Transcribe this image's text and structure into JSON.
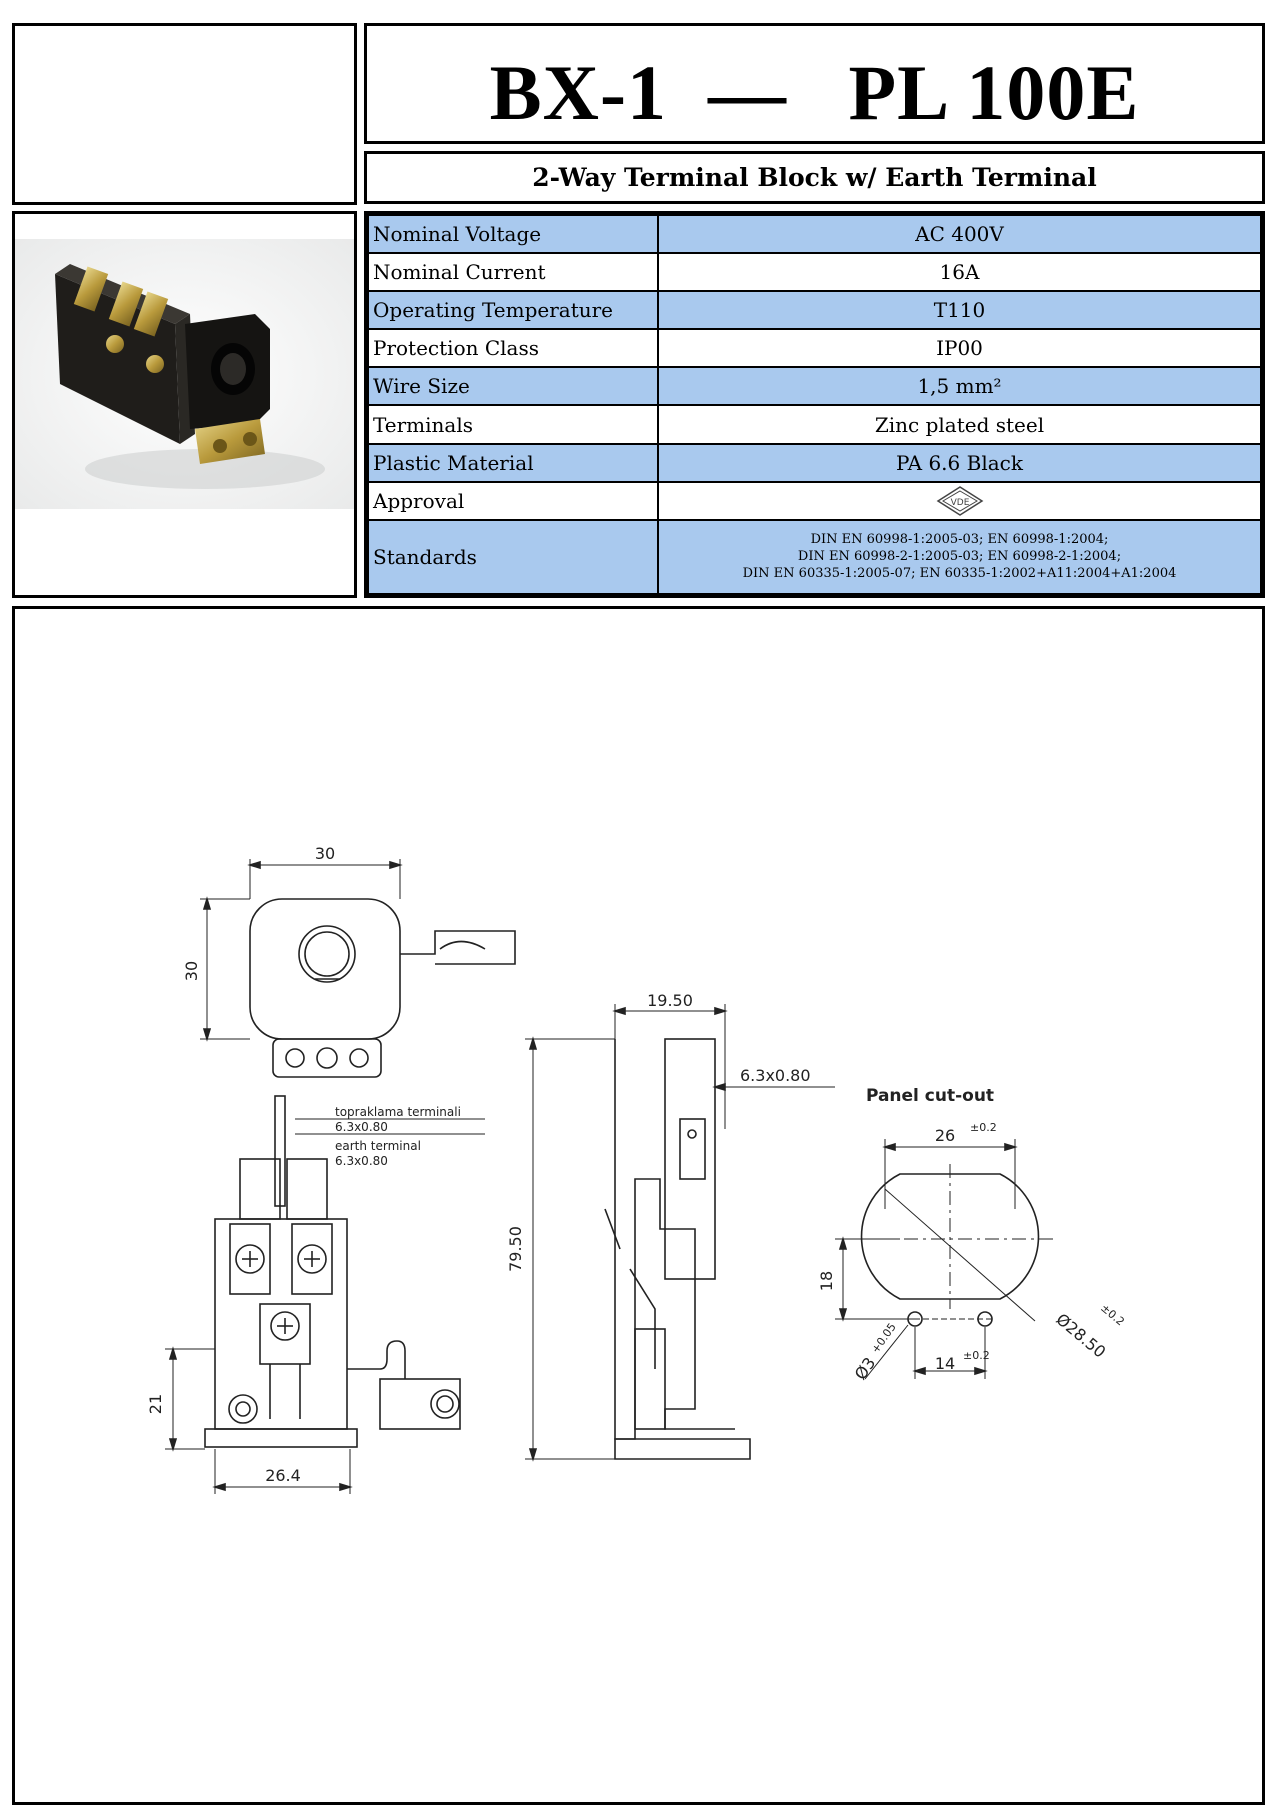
{
  "header": {
    "model": "BX-1  —   PL 100E",
    "subtitle": "2-Way Terminal Block w/ Earth Terminal"
  },
  "specs": [
    {
      "label": "Nominal Voltage",
      "value": "AC 400V"
    },
    {
      "label": "Nominal Current",
      "value": "16A"
    },
    {
      "label": "Operating Temperature",
      "value": "T110"
    },
    {
      "label": "Protection Class",
      "value": "IP00"
    },
    {
      "label": "Wire Size",
      "value": "1,5 mm²"
    },
    {
      "label": "Terminals",
      "value": "Zinc plated steel"
    },
    {
      "label": "Plastic Material",
      "value": "PA 6.6 Black"
    },
    {
      "label": "Approval",
      "value": ""
    },
    {
      "label": "Standards",
      "value": ""
    }
  ],
  "standards_lines": [
    "DIN EN 60998-1:2005-03; EN 60998-1:2004;",
    "DIN EN 60998-2-1:2005-03; EN 60998-2-1:2004;",
    "DIN EN 60335-1:2005-07; EN 60335-1:2002+A11:2004+A1:2004"
  ],
  "approval_mark": "VDE",
  "drawing": {
    "dim_top_width": "30",
    "dim_top_height": "30",
    "dim_side_depth": "19.50",
    "dim_tab": "6.3x0.80",
    "dim_height": "79.50",
    "dim_front_21": "21",
    "dim_front_width": "26.4",
    "label_terminal_tr": "topraklama terminali",
    "label_terminal_tr_size": "6.3x0.80",
    "label_terminal_en": "earth terminal",
    "label_terminal_en_size": "6.3x0.80",
    "panel_title": "Panel cut-out",
    "panel_26": "26",
    "panel_26_tol": "±0.2",
    "panel_18": "18",
    "panel_dia": "Ø28.50",
    "panel_dia_tol": "±0.2",
    "panel_hole": "Ø3",
    "panel_hole_tol": "+0.05",
    "panel_14": "14",
    "panel_14_tol": "±0.2"
  }
}
